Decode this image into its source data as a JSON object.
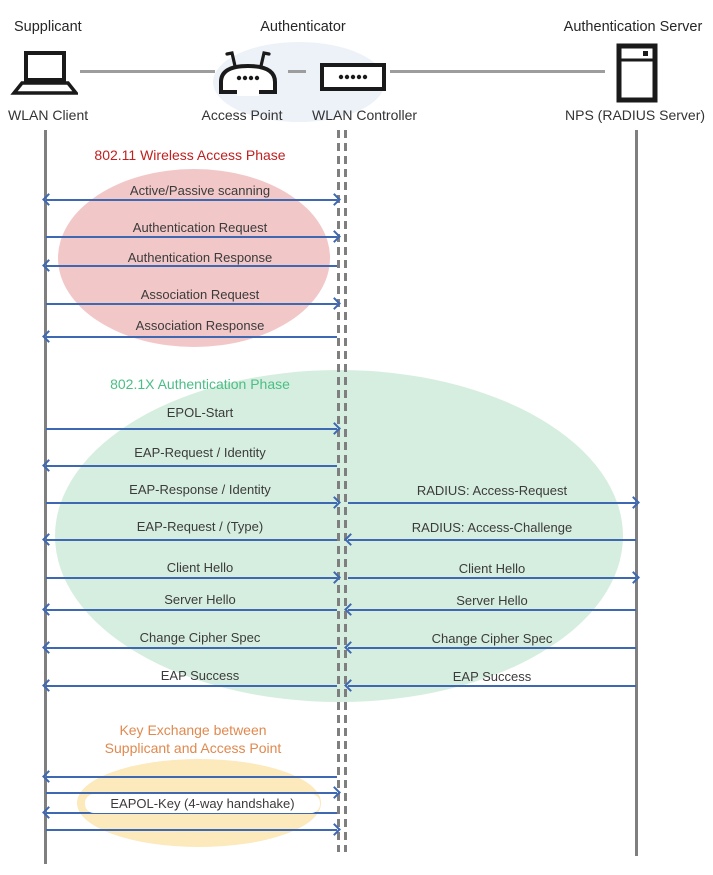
{
  "actors": {
    "roles": [
      {
        "label": "Supplicant"
      },
      {
        "label": "Authenticator"
      },
      {
        "label": "Authentication Server"
      }
    ],
    "devices": [
      {
        "label": "WLAN Client"
      },
      {
        "label": "Access Point"
      },
      {
        "label": "WLAN Controller"
      },
      {
        "label": "NPS (RADIUS Server)"
      }
    ],
    "icons": [
      "laptop-icon",
      "access-point-icon",
      "wlan-controller-icon",
      "server-icon"
    ]
  },
  "phases": [
    {
      "title": "802.11 Wireless Access Phase",
      "text_color": "#c02020",
      "ellipse_color": "#f2c7c8"
    },
    {
      "title": "802.1X Authentication Phase",
      "text_color": "#4bbe86",
      "ellipse_color": "#d6eedf"
    },
    {
      "title_line1": "Key Exchange between",
      "title_line2": "Supplicant and Access Point",
      "text_color": "#e0894f",
      "ellipse_color": "#fce9bc"
    }
  ],
  "messages": {
    "left": [
      {
        "label": "Active/Passive scanning",
        "direction": "both"
      },
      {
        "label": "Authentication Request",
        "direction": "right"
      },
      {
        "label": "Authentication Response",
        "direction": "left"
      },
      {
        "label": "Association Request",
        "direction": "right"
      },
      {
        "label": "Association Response",
        "direction": "left"
      },
      {
        "label": "EPOL-Start",
        "direction": "right"
      },
      {
        "label": "EAP-Request / Identity",
        "direction": "left"
      },
      {
        "label": "EAP-Response / Identity",
        "direction": "right"
      },
      {
        "label": "EAP-Request / (Type)",
        "direction": "left"
      },
      {
        "label": "Client Hello",
        "direction": "right"
      },
      {
        "label": "Server Hello",
        "direction": "left"
      },
      {
        "label": "Change Cipher Spec",
        "direction": "left"
      },
      {
        "label": "EAP Success",
        "direction": "left"
      },
      {
        "label": "EAPOL-Key (4-way handshake)",
        "direction": "4-way: left, right, left, right"
      }
    ],
    "right": [
      {
        "label": "RADIUS: Access-Request",
        "direction": "right"
      },
      {
        "label": "RADIUS: Access-Challenge",
        "direction": "left"
      },
      {
        "label": "Client Hello",
        "direction": "right"
      },
      {
        "label": "Server Hello",
        "direction": "left"
      },
      {
        "label": "Change Cipher Spec",
        "direction": "left"
      },
      {
        "label": "EAP Success",
        "direction": "left"
      }
    ]
  },
  "colors": {
    "arrow_blue": "#3e68b2",
    "lifeline_gray": "#7f7f7f",
    "connector_gray": "#9d9d9d",
    "authenticator_ellipse": "#edf1f8"
  }
}
